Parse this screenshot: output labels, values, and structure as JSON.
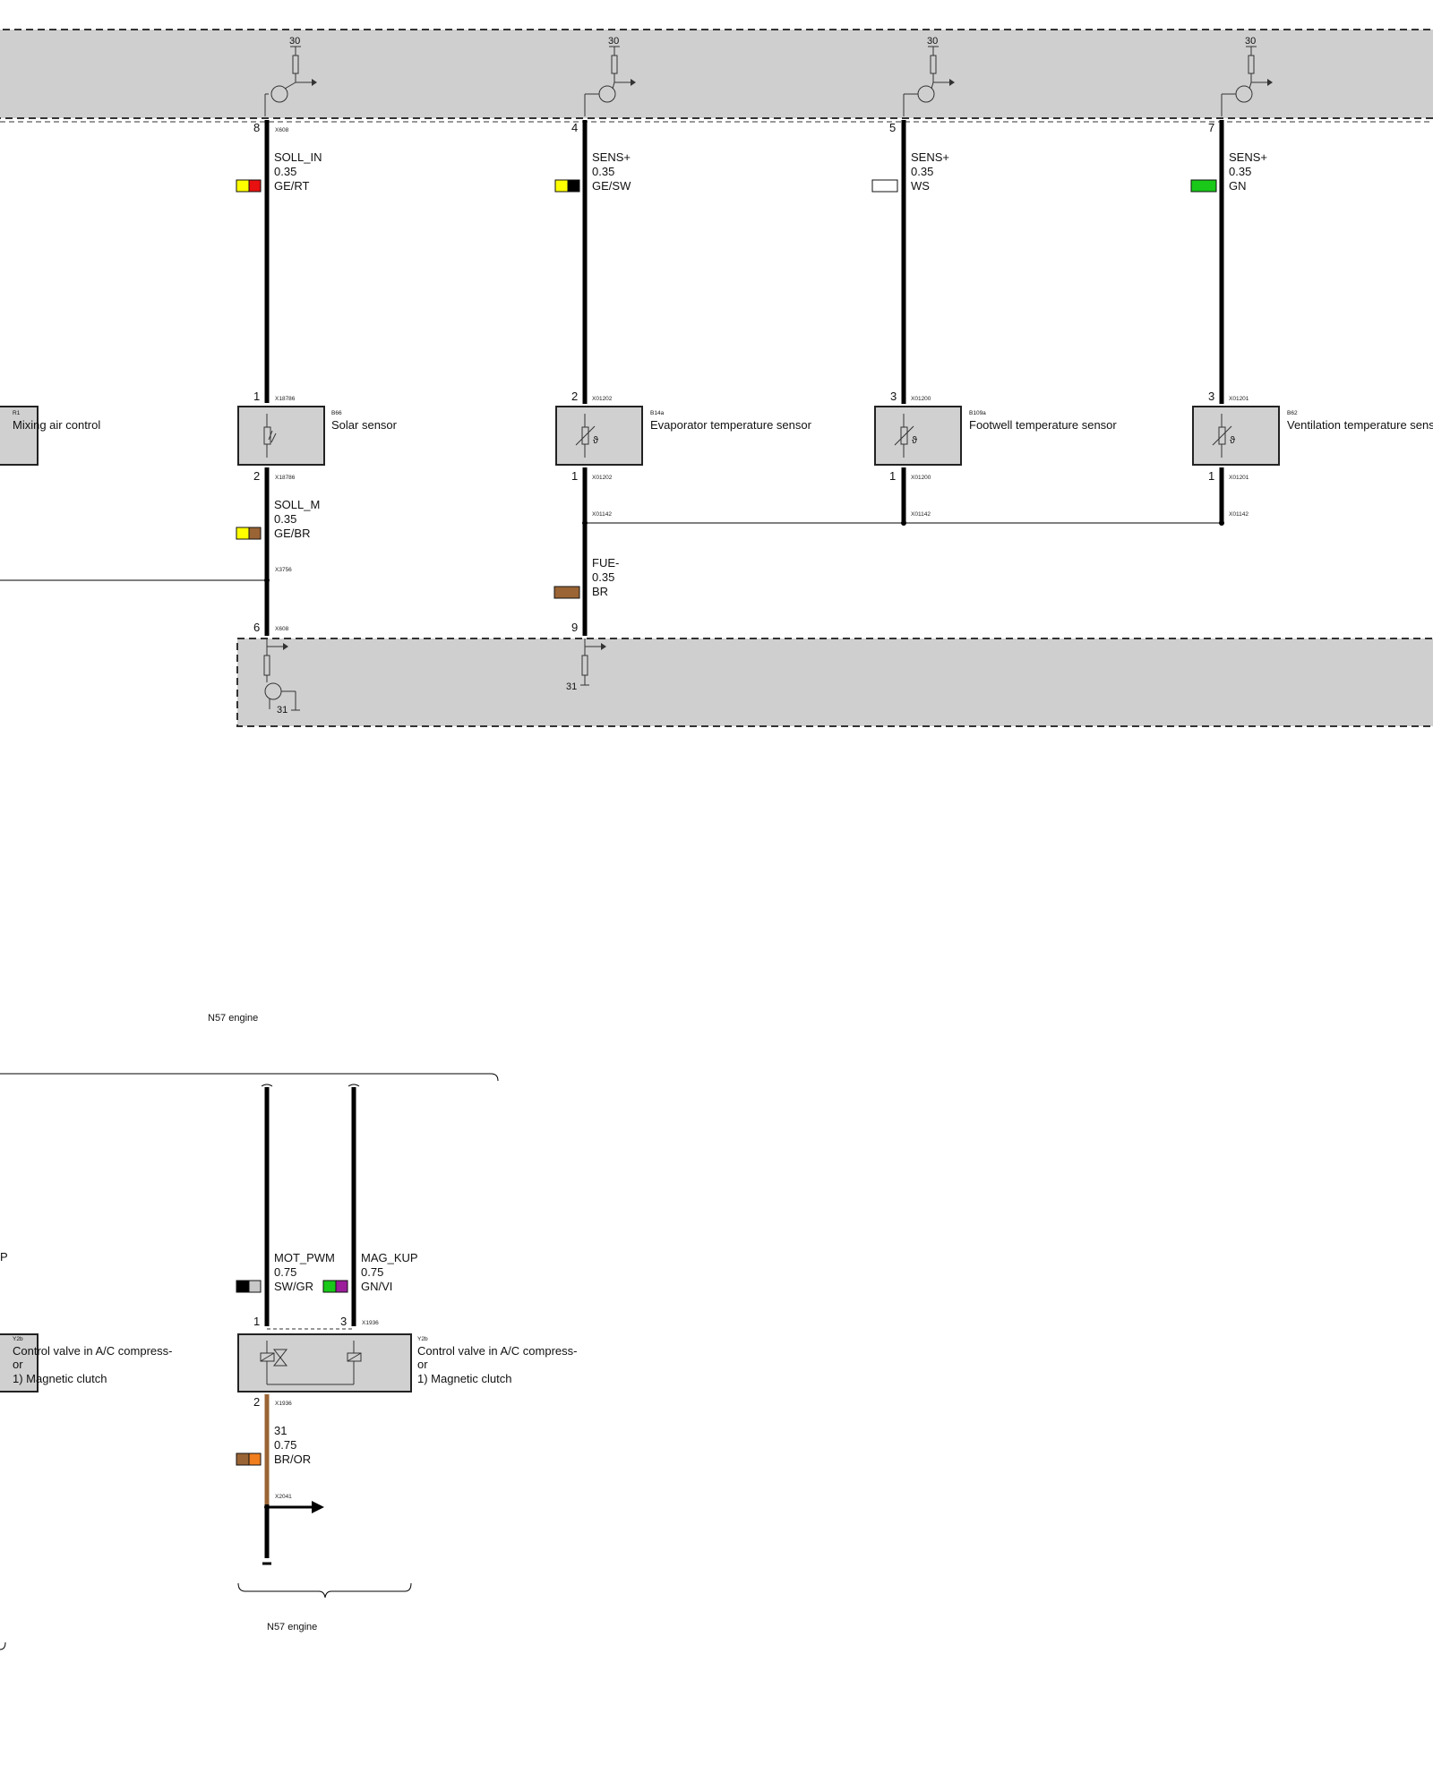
{
  "colors": {
    "GE": "#ffff00",
    "RT": "#e81010",
    "SW": "#000000",
    "WS": "#ffffff",
    "GN": "#19c819",
    "BR": "#9a6434",
    "GR": "#c8c8c8",
    "VI": "#9b1e9b",
    "OR": "#f07d1e",
    "ecu_fill": "#cfcfcf",
    "component_fill": "#d0d0d0"
  },
  "supply_terminal": "30",
  "ground_terminal": "31",
  "top_wires": [
    {
      "id": "w-solar-in",
      "ecu_pin": "8",
      "ecu_conn": "X608",
      "signal": "SOLL_IN",
      "size": "0.35",
      "color_code": "GE/RT",
      "colors": [
        "GE",
        "RT"
      ],
      "comp_pin": "1",
      "comp_conn": "X18786"
    },
    {
      "id": "w-evap",
      "ecu_pin": "4",
      "ecu_conn": "",
      "signal": "SENS+",
      "size": "0.35",
      "color_code": "GE/SW",
      "colors": [
        "GE",
        "SW"
      ],
      "comp_pin": "2",
      "comp_conn": "X01202"
    },
    {
      "id": "w-footwell",
      "ecu_pin": "5",
      "ecu_conn": "",
      "signal": "SENS+",
      "size": "0.35",
      "color_code": "WS",
      "colors": [
        "WS"
      ],
      "comp_pin": "3",
      "comp_conn": "X01200"
    },
    {
      "id": "w-vent",
      "ecu_pin": "7",
      "ecu_conn": "",
      "signal": "SENS+",
      "size": "0.35",
      "color_code": "GN",
      "colors": [
        "GN"
      ],
      "comp_pin": "3",
      "comp_conn": "X01201"
    }
  ],
  "components": [
    {
      "id": "R1",
      "name": "Mixing air control"
    },
    {
      "id": "B66",
      "name": "Solar sensor",
      "pin_bottom": "2",
      "conn_bottom": "X18786"
    },
    {
      "id": "B14a",
      "name": "Evaporator temperature sensor",
      "pin_bottom": "1",
      "conn_bottom": "X01202"
    },
    {
      "id": "B109a",
      "name": "Footwell temperature sensor",
      "pin_bottom": "1",
      "conn_bottom": "X01200"
    },
    {
      "id": "B62",
      "name": "Ventilation temperature sensor",
      "pin_bottom": "1",
      "conn_bottom": "X01201"
    }
  ],
  "lower_wires": {
    "solar_return": {
      "signal": "SOLL_M",
      "size": "0.35",
      "color_code": "GE/BR",
      "colors": [
        "GE",
        "BR"
      ],
      "splice": "X3756",
      "ecu_pin": "6",
      "ecu_conn": "X608"
    },
    "sensor_ground": {
      "signal": "FUE-",
      "size": "0.35",
      "color_code": "BR",
      "colors": [
        "BR"
      ],
      "ecu_pin": "9",
      "splice": "X01142"
    }
  },
  "engine_section": {
    "label_top": "N57 engine",
    "label_bottom": "N57 engine",
    "partial_signal_left": "P",
    "wires": [
      {
        "signal": "MOT_PWM",
        "size": "0.75",
        "color_code": "SW/GR",
        "colors": [
          "SW",
          "GR"
        ],
        "pin": "1"
      },
      {
        "signal": "MAG_KUP",
        "size": "0.75",
        "color_code": "GN/VI",
        "colors": [
          "GN",
          "VI"
        ],
        "pin": "3",
        "conn": "X1936"
      }
    ],
    "component": {
      "id": "Y2b",
      "line1": "Control valve in A/C compress-",
      "line2": "or",
      "line3": "1)    Magnetic clutch"
    },
    "ground_wire": {
      "pin": "2",
      "conn": "X1936",
      "signal": "31",
      "size": "0.75",
      "color_code": "BR/OR",
      "colors": [
        "BR",
        "OR"
      ],
      "splice": "X2041"
    }
  }
}
